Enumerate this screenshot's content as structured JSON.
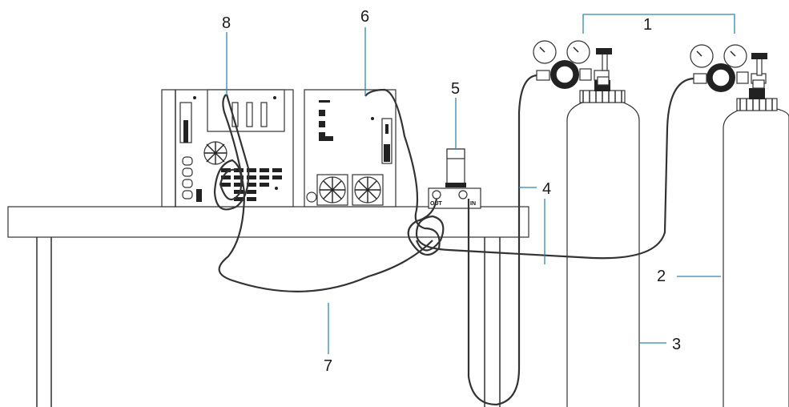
{
  "callouts": {
    "c1": "1",
    "c2": "2",
    "c3": "3",
    "c4": "4",
    "c5": "5",
    "c6": "6",
    "c7": "7",
    "c8": "8"
  },
  "purifier_ports": {
    "out": "OUT",
    "in": "IN"
  },
  "colors": {
    "leader_line": "#2f86b3",
    "outline": "#222222",
    "background": "#ffffff"
  }
}
